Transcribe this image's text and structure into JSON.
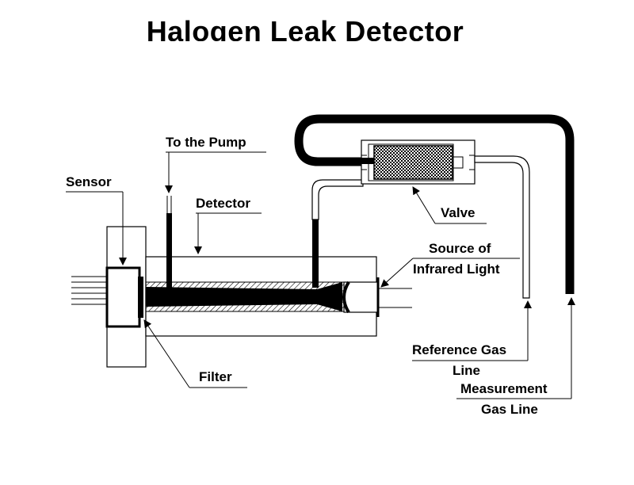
{
  "title": "Halogen Leak Detector",
  "labels": {
    "to_the_pump": "To the Pump",
    "sensor": "Sensor",
    "detector": "Detector",
    "valve": "Valve",
    "source_line1": "Source of",
    "source_line2": "Infrared Light",
    "reference_line1": "Reference Gas",
    "reference_line2": "Line",
    "measurement_line1": "Measurement",
    "measurement_line2": "Gas Line",
    "filter": "Filter"
  }
}
